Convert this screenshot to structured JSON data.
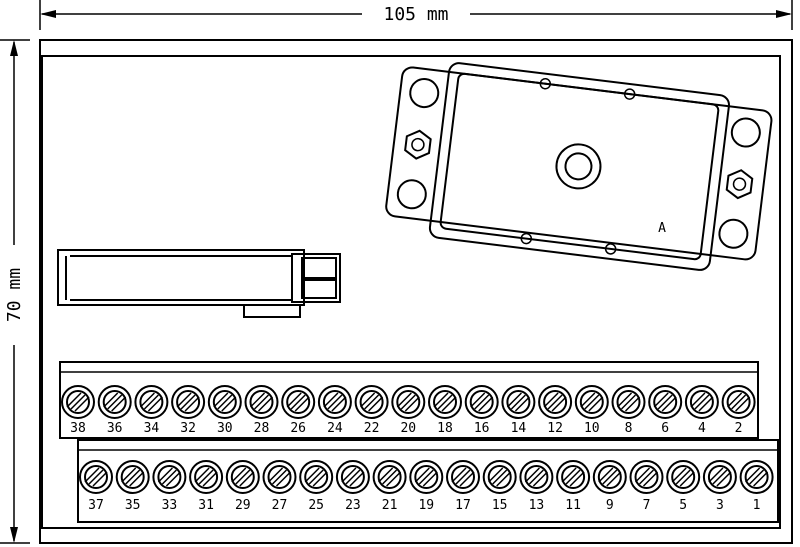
{
  "dimensions": {
    "width_label": "105 mm",
    "height_label": "70 mm"
  },
  "part_label": "A",
  "terminal_rows": {
    "top": [
      "38",
      "36",
      "34",
      "32",
      "30",
      "28",
      "26",
      "24",
      "22",
      "20",
      "18",
      "16",
      "14",
      "12",
      "10",
      "8",
      "6",
      "4",
      "2"
    ],
    "bottom": [
      "37",
      "35",
      "33",
      "31",
      "29",
      "27",
      "25",
      "23",
      "21",
      "19",
      "17",
      "15",
      "13",
      "11",
      "9",
      "7",
      "5",
      "3",
      "1"
    ]
  }
}
